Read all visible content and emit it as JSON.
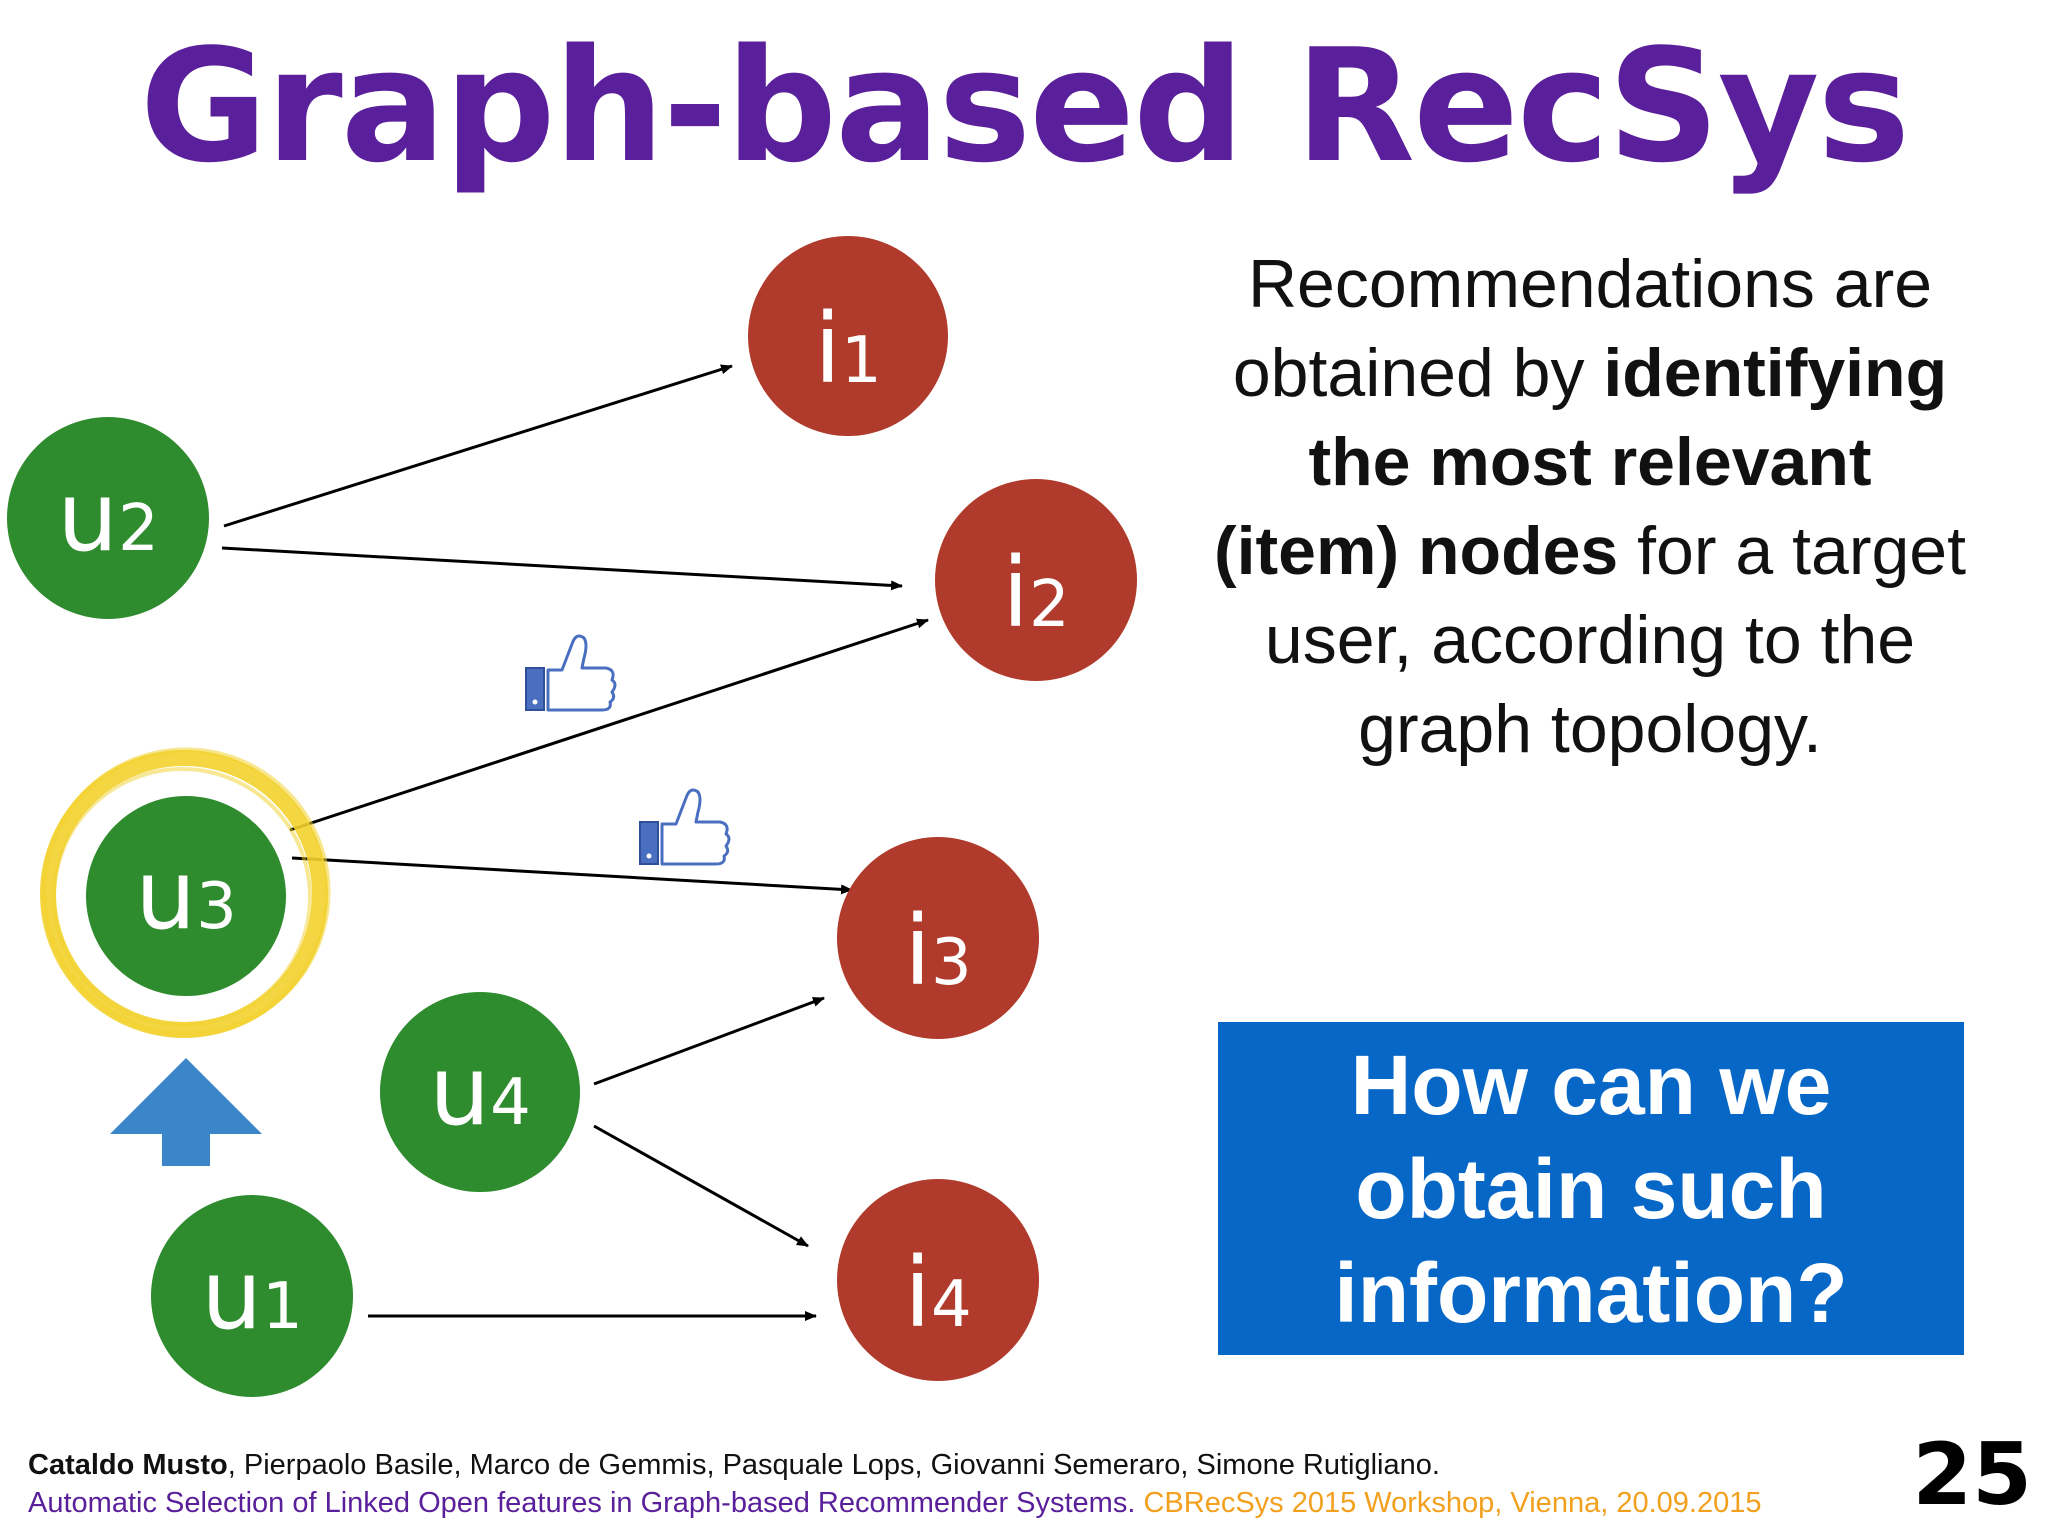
{
  "title": "Graph-based RecSys",
  "nodes": {
    "users": [
      {
        "id": "u2",
        "letter": "u",
        "index": "2"
      },
      {
        "id": "u3",
        "letter": "u",
        "index": "3"
      },
      {
        "id": "u4",
        "letter": "u",
        "index": "4"
      },
      {
        "id": "u1",
        "letter": "u",
        "index": "1"
      }
    ],
    "items": [
      {
        "id": "i1",
        "letter": "i",
        "index": "1"
      },
      {
        "id": "i2",
        "letter": "i",
        "index": "2"
      },
      {
        "id": "i3",
        "letter": "i",
        "index": "3"
      },
      {
        "id": "i4",
        "letter": "i",
        "index": "4"
      }
    ]
  },
  "edges": [
    {
      "from": "u2",
      "to": "i1"
    },
    {
      "from": "u2",
      "to": "i2"
    },
    {
      "from": "u3",
      "to": "i2"
    },
    {
      "from": "u3",
      "to": "i3"
    },
    {
      "from": "u4",
      "to": "i3"
    },
    {
      "from": "u4",
      "to": "i4"
    },
    {
      "from": "u1",
      "to": "i4"
    }
  ],
  "highlighted_user": "u3",
  "icons": [
    "thumbs-up-icon",
    "thumbs-up-icon",
    "up-arrow-icon",
    "highlight-circle"
  ],
  "description": {
    "part1": "Recommendations are obtained by ",
    "bold": "identifying the most relevant (item) nodes",
    "part2": " for a target user, according to the graph topology."
  },
  "question": "How can we obtain such information?",
  "footer": {
    "author_main": "Cataldo Musto",
    "authors_rest": ", Pierpaolo Basile, Marco de Gemmis, Pasquale Lops, Giovanni Semeraro, Simone Rutigliano.",
    "paper_title": "Automatic Selection of Linked Open features in Graph-based Recommender Systems.",
    "venue": " CBRecSys 2015 Workshop, Vienna, 20.09.2015"
  },
  "page_number": "25",
  "colors": {
    "title": "#5a1f9a",
    "user_node": "#2e8b2e",
    "item_node": "#b03a2b",
    "highlight": "#f2d22e",
    "arrow_up": "#3a86c8",
    "question_box": "#0767c6",
    "paper_title": "#5a1f9a",
    "venue": "#f2a01e",
    "thumb": "#4a6fc0"
  }
}
